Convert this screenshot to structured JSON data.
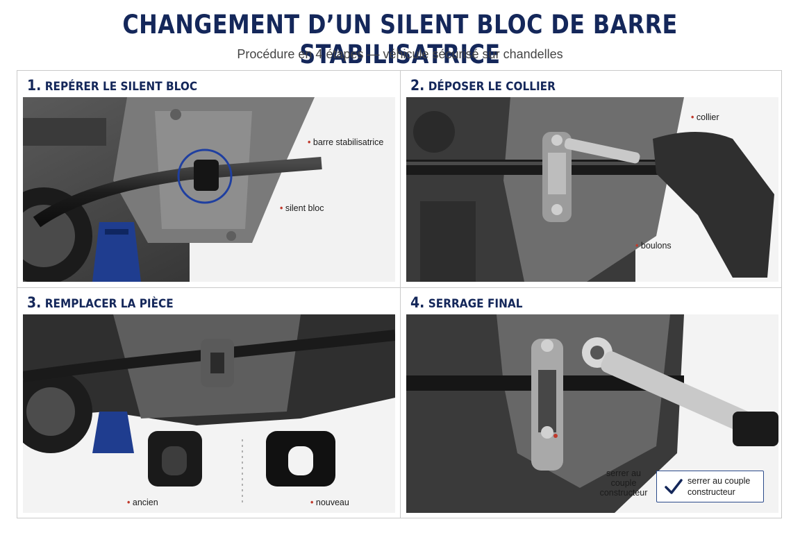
{
  "header": {
    "title": "CHANGEMENT D’UN SILENT BLOC DE BARRE STABILISATRICE",
    "subtitle": "Procédure en 4 étapes — véhicule sécurisé sur chandelles"
  },
  "steps": [
    {
      "number": "1.",
      "heading": "REPÉRER LE SILENT BLOC",
      "callouts": [
        "barre stabilisatrice",
        "silent bloc"
      ]
    },
    {
      "number": "2.",
      "heading": "DÉPOSER LE COLLIER",
      "callouts": [
        "collier",
        "boulons"
      ]
    },
    {
      "number": "3.",
      "heading": "REMPLACER LA PIÈCE",
      "callouts": [
        "ancien",
        "nouveau"
      ]
    },
    {
      "number": "4.",
      "heading": "SERRAGE FINAL",
      "callouts": [
        "serrer au couple constructeur"
      ],
      "done_box": "serrer au couple constructeur"
    }
  ],
  "colors": {
    "title": "#14275a",
    "accent_red": "#c0392b",
    "circle_blue": "#1f3fa0",
    "jack_blue": "#1f3d8f"
  },
  "icons": {
    "check": "check-icon"
  }
}
